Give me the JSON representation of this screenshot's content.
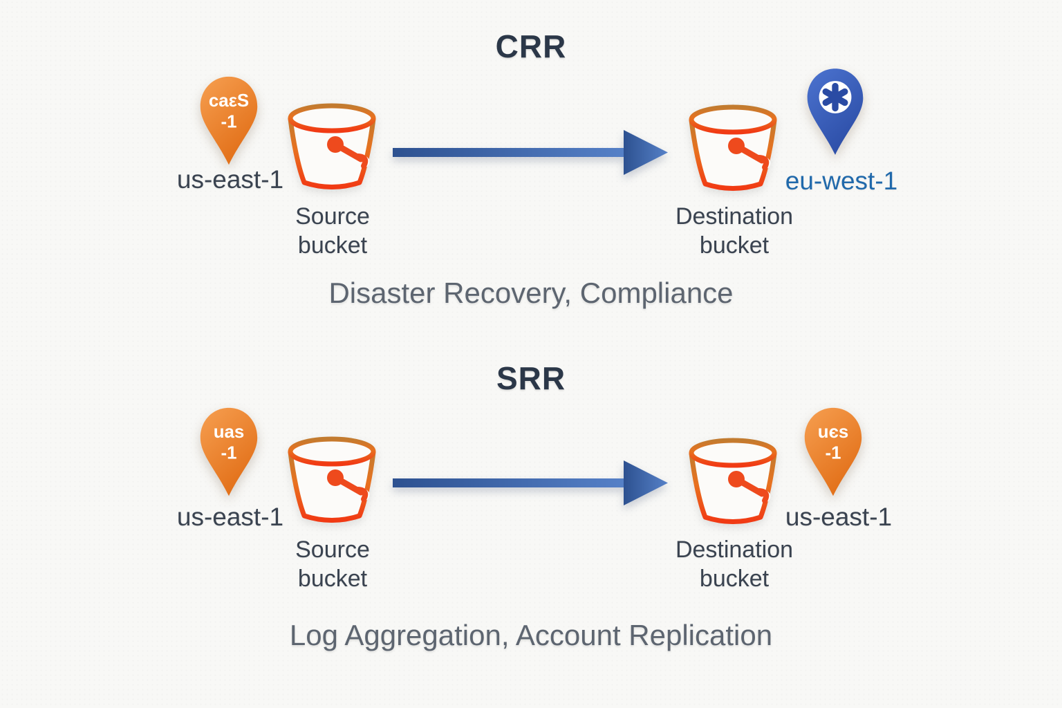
{
  "colors": {
    "background": "#f8f8f6",
    "title_text": "#2b3748",
    "label_text": "#3a4350",
    "caption_text": "#5d6570",
    "region_blue_text": "#2069ab",
    "pin_orange_light": "#f59c4d",
    "pin_orange_dark": "#e06b13",
    "pin_blue_light": "#4a71cd",
    "pin_blue_dark": "#2a4ba4",
    "bucket_top": "#c27b2f",
    "bucket_mid": "#e8711f",
    "bucket_bottom": "#f13a14",
    "bucket_handle": "#ee4a1d",
    "bucket_fill": "#fcfbf9",
    "arrow_dark": "#2d5190",
    "arrow_light": "#5681c8"
  },
  "sections": [
    {
      "title": "CRR",
      "caption": "Disaster Recovery, Compliance",
      "source": {
        "pin_label_line1": "caεS",
        "pin_label_line2": "-1",
        "region": "us-east-1",
        "bucket_label_line1": "Source",
        "bucket_label_line2": "bucket"
      },
      "destination": {
        "pin_icon": "asterisk",
        "region": "eu-west-1",
        "bucket_label_line1": "Destination",
        "bucket_label_line2": "bucket"
      }
    },
    {
      "title": "SRR",
      "caption": "Log Aggregation, Account Replication",
      "source": {
        "pin_label_line1": "uas",
        "pin_label_line2": "-1",
        "region": "us-east-1",
        "bucket_label_line1": "Source",
        "bucket_label_line2": "bucket"
      },
      "destination": {
        "pin_label_line1": "uєs",
        "pin_label_line2": "-1",
        "region": "us-east-1",
        "bucket_label_line1": "Destination",
        "bucket_label_line2": "bucket"
      }
    }
  ]
}
